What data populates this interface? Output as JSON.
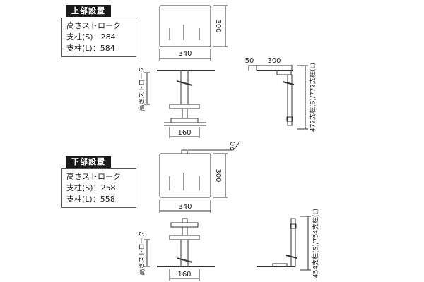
{
  "top": {
    "section_label": "上部設置",
    "specs": [
      "高さストローク",
      "支柱(S)：284",
      "支柱(L)：584"
    ],
    "dims": {
      "plate_width": "340",
      "plate_depth": "300",
      "side_offset": "50",
      "side_depth": "300",
      "base_width": "160"
    },
    "stroke_label": "高さストローク",
    "pole_label": "472支柱(S)/772支柱(L)"
  },
  "bottom": {
    "section_label": "下部設置",
    "specs": [
      "高さストローク",
      "支柱(S)：258",
      "支柱(L)：558"
    ],
    "dims": {
      "tab_offset": "20",
      "plate_depth": "300",
      "plate_width": "340",
      "base_width": "160"
    },
    "stroke_label": "高さストローク",
    "pole_label": "454支柱(S)/754支柱(L)"
  }
}
